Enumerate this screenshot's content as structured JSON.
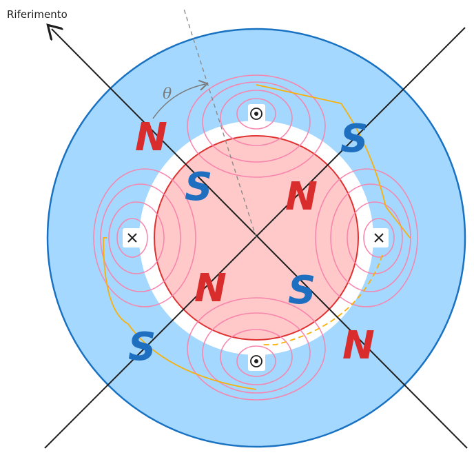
{
  "reference_label": "Riferimento",
  "angle_label": "θ",
  "poles": [
    {
      "id": "n1",
      "text": "N",
      "kind": "N"
    },
    {
      "id": "s1",
      "text": "S",
      "kind": "S"
    },
    {
      "id": "s2",
      "text": "S",
      "kind": "S"
    },
    {
      "id": "n2",
      "text": "N",
      "kind": "N"
    },
    {
      "id": "n3",
      "text": "N",
      "kind": "N"
    },
    {
      "id": "s3",
      "text": "S",
      "kind": "S"
    },
    {
      "id": "s4",
      "text": "S",
      "kind": "S"
    },
    {
      "id": "n4",
      "text": "N",
      "kind": "N"
    }
  ],
  "conductors": [
    {
      "id": "top",
      "symbol": "dot"
    },
    {
      "id": "bottom",
      "symbol": "dot"
    },
    {
      "id": "left",
      "symbol": "cross"
    },
    {
      "id": "right",
      "symbol": "cross"
    }
  ],
  "colors": {
    "stator": "#a5d8ff",
    "stator_border": "#1971c2",
    "rotor": "#ffc9c9",
    "rotor_border": "#e03131",
    "field_lines": "#f783ac",
    "coil": "#fab005",
    "north": "#d92d2d",
    "south": "#1f6fc0"
  }
}
